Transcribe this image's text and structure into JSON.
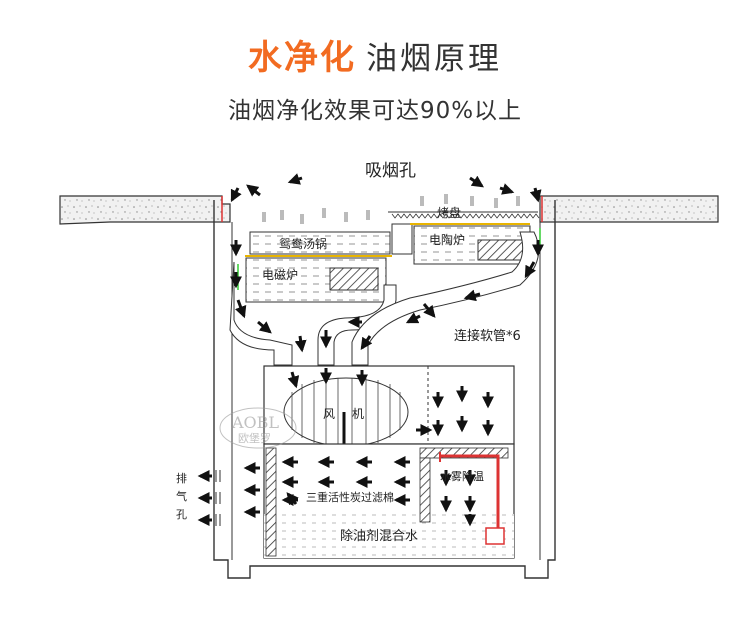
{
  "header": {
    "title_accent": "水净化",
    "title_main": "油烟原理",
    "subtitle": "油烟净化效果可达90%以上"
  },
  "diagram": {
    "labels": {
      "suction_hole": "吸烟孔",
      "grill_pan": "烤盘",
      "yuanyang_pot": "鸳鸯汤锅",
      "ceramic_stove": "电陶炉",
      "induction_cooker": "电磁炉",
      "hose": "连接软管*6",
      "fan": "风",
      "fan2": "机",
      "exhaust": [
        "排",
        "气",
        "孔"
      ],
      "mist_cooling": "水雾降温",
      "carbon_filter": "三重活性炭过滤棉",
      "mixed_water": "除油剂混合水"
    },
    "logo": {
      "text": "AOBL",
      "sub": "欧堡罗"
    }
  }
}
